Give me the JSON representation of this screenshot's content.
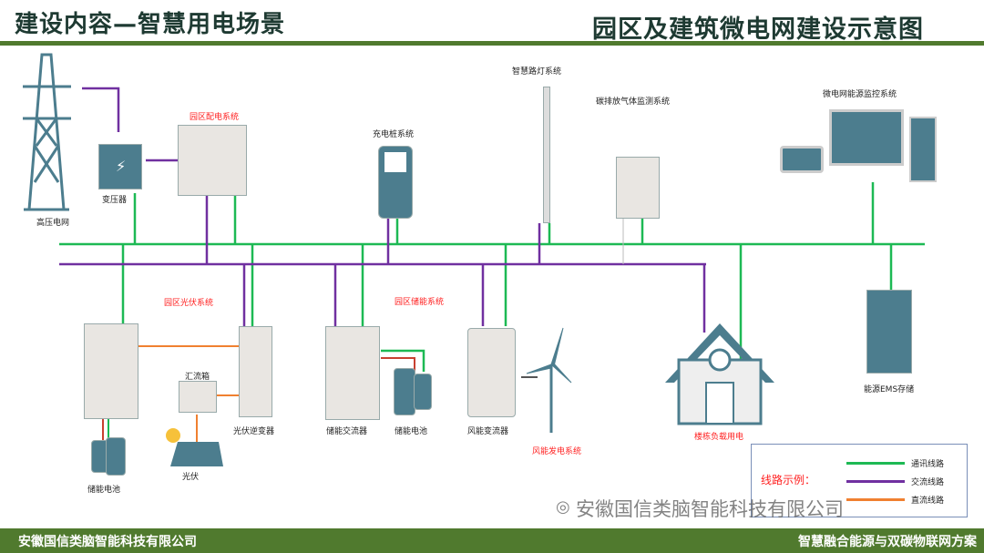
{
  "header": {
    "left_title": "建设内容—智慧用电场景",
    "right_title": "园区及建筑微电网建设示意图"
  },
  "labels": {
    "grid": "高压电网",
    "transformer": "变压器",
    "distribution": "园区配电系统",
    "charging": "充电桩系统",
    "streetlight": "智慧路灯系统",
    "gas": "碳排放气体监测系统",
    "monitor": "微电网能源监控系统",
    "pv_system": "园区光伏系统",
    "storage_system": "园区储能系统",
    "combiner": "汇流箱",
    "pv_inverter": "光伏逆变器",
    "pv": "光伏",
    "battery_left": "储能电池",
    "storage_converter": "储能交流器",
    "battery_mid": "储能电池",
    "wind_converter": "风能变流器",
    "wind_system": "风能发电系统",
    "building": "楼栋负载用电",
    "ems": "能源EMS存储"
  },
  "legend": {
    "title": "线路示例：",
    "items": [
      {
        "label": "通讯线路",
        "color": "#1db954"
      },
      {
        "label": "交流线路",
        "color": "#7030a0"
      },
      {
        "label": "直流线路",
        "color": "#f08030"
      }
    ]
  },
  "watermark": "安徽国信类脑智能科技有限公司",
  "footer": {
    "left": "安徽国信类脑智能科技有限公司",
    "right": "智慧融合能源与双碳物联网方案"
  },
  "colors": {
    "comm": "#1db954",
    "ac": "#7030a0",
    "dc": "#f08030",
    "device": "#4c7d8e",
    "brand": "#507a2e"
  }
}
